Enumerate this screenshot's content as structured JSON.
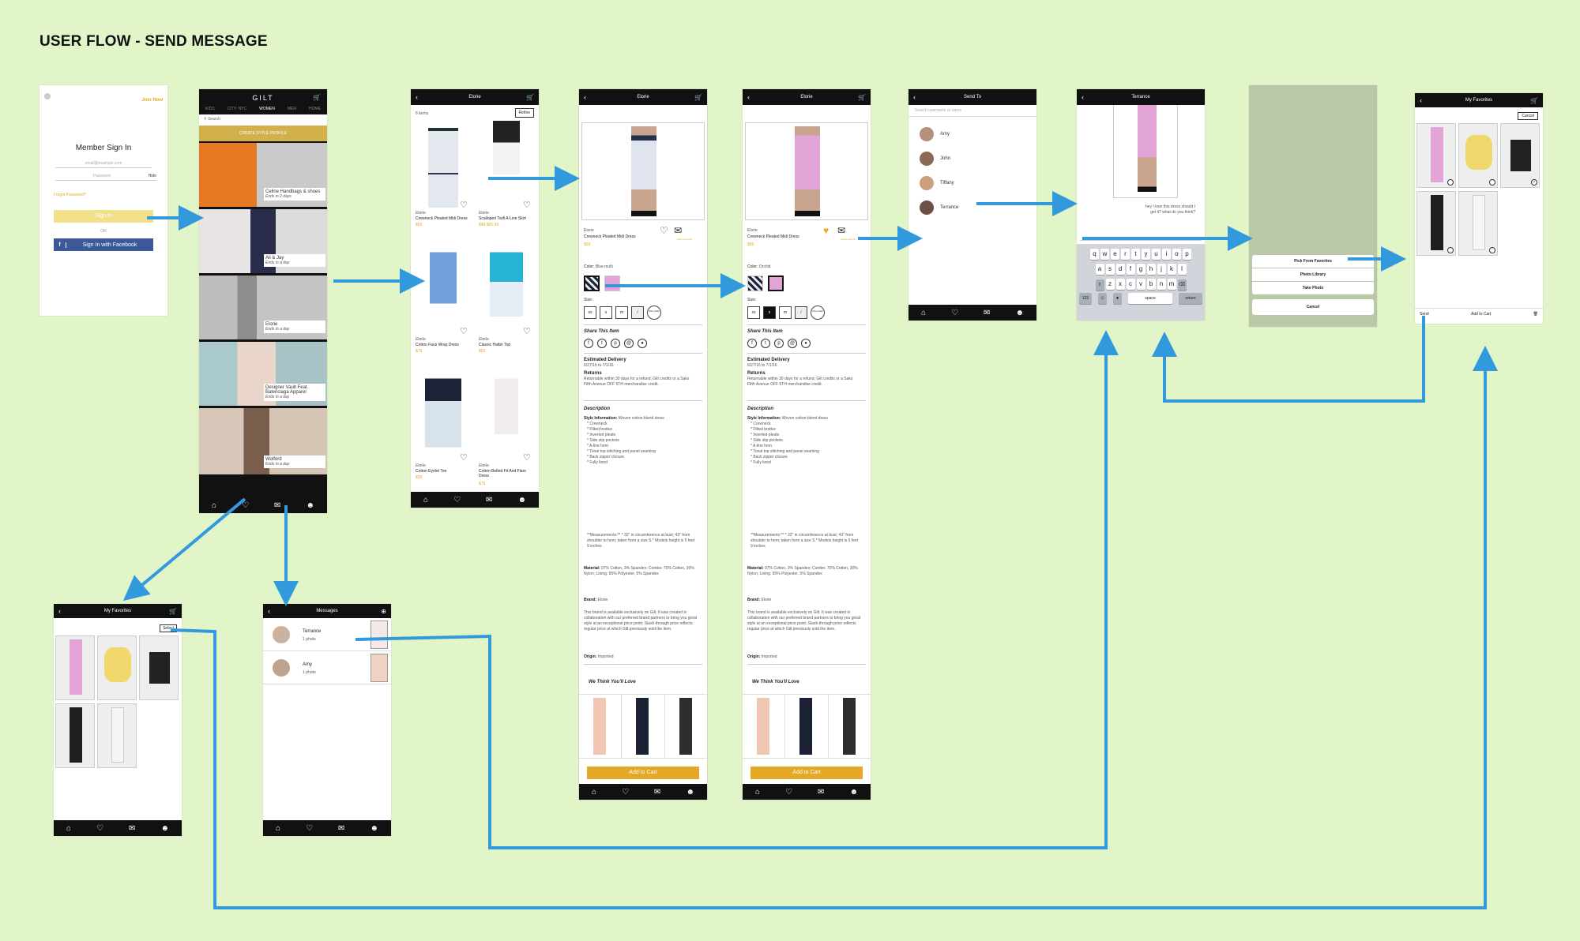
{
  "title": "USER FLOW - SEND MESSAGE",
  "colors": {
    "background": "#e1f5c8",
    "arrow": "#3399dd",
    "accent_yellow": "#e4a826",
    "bar": "#111111"
  },
  "signin": {
    "join_now": "Join Now",
    "heading": "Member Sign In",
    "email_placeholder": "email@example.com",
    "password_placeholder": "Password",
    "hide": "Hide",
    "or": "OR",
    "forgot": "Forgot Password?",
    "sign_in": "Sign In",
    "facebook": "Sign In with Facebook"
  },
  "home": {
    "logo": "GILT",
    "tabs": [
      "KIDS",
      "CITY: NYC",
      "WOMEN",
      "MEN",
      "HOME"
    ],
    "search": "Search",
    "create_profile": "CREATE STYLE PROFILE",
    "cards": [
      {
        "label": "Celine Handbags & shoes",
        "sub": "Ends in 2 days"
      },
      {
        "label": "Ali & Jay",
        "sub": "Ends in a day"
      },
      {
        "label": "Elorie",
        "sub": "Ends in a day"
      },
      {
        "label": "Designer Vault Feat. Balenciaga Apparel",
        "sub": "Ends in a day"
      },
      {
        "label": "Wolford",
        "sub": "Ends in a day"
      }
    ]
  },
  "listing": {
    "title": "Elorie",
    "count": "6 items",
    "refine": "Refine",
    "items": [
      {
        "brand": "Elorie",
        "name": "Crewneck Pleated Midi Dress",
        "price": "$69"
      },
      {
        "brand": "Elorie",
        "name": "Scalloped Twill A-Line Skirt",
        "price": "$49  $65.99"
      },
      {
        "brand": "Elorie",
        "name": "Cotton Faux Wrap Dress",
        "price": "$79"
      },
      {
        "brand": "Elorie",
        "name": "Classic Halter Top",
        "price": "$59"
      },
      {
        "brand": "Elorie",
        "name": "Cotton Eyelet Tee",
        "price": "$39"
      },
      {
        "brand": "Elorie",
        "name": "Cotton Belted Fit And Flare Dress",
        "price": "$79"
      }
    ]
  },
  "product": {
    "title": "Elorie",
    "brand": "Elorie",
    "name": "Crewneck Pleated Midi Dress",
    "price": "$69",
    "color_label": "Color:",
    "color_value_1": "Blue multi",
    "color_value_2": "Orchid",
    "size_label": "Size:",
    "sizes": [
      "xs",
      "s",
      "m"
    ],
    "size_chart": "Size Chart",
    "share": "Share This Item",
    "delivery_h": "Estimated Delivery",
    "delivery": "6/27/16 to 7/1/16",
    "returns_h": "Returns",
    "returns": "Returnable within 30 days for a refund, Gilt credits or a Saks Fifth Avenue OFF 5TH merchandise credit.",
    "description_h": "Description",
    "style_info": "Style Information:",
    "style_value": "Woven cotton-blend dress",
    "bullets": [
      "* Crewneck",
      "* Fitted bodice",
      "* Inverted pleats",
      "* Side slip pockets",
      "* A-line hem",
      "* Tonal top stitching and panel seaming",
      "* Back zipper closure",
      "* Fully lined"
    ],
    "measurements": "**Measurements:** * 32\" in circumference at bust; 43\" from shoulder to hem; taken from a size S * Models height is 5 feet 9 inches",
    "material_h": "Material:",
    "material": "97% Cotton, 3% Spandex; Combo: 70% Cotton, 30% Nylon; Lining: 95% Polyester, 5% Spandex",
    "brand_h": "Brand:",
    "brand_note": "This brand is available exclusively on Gilt. It was created in collaboration with our preferred brand partners to bring you great style at an exceptional price point. Slash-through price reflects regular price at which Gilt previously sold the item.",
    "origin_h": "Origin:",
    "origin": "Imported",
    "we_think": "We Think You'll Love",
    "add_to_cart": "Add to Cart",
    "add_favorite": "Add to favorite"
  },
  "sendto": {
    "title": "Send To",
    "search": "Search username or name",
    "contacts": [
      "Amy",
      "John",
      "Tiffany",
      "Terrance"
    ]
  },
  "chat": {
    "title": "Terrance",
    "message": "hey I love this dress should I get it? what do you think?",
    "keyboard_rows": [
      "qwertyuiop",
      "asdfghjkl",
      "zxcvbnm"
    ],
    "k_123": "123",
    "k_space": "space",
    "k_return": "return"
  },
  "sheet": {
    "options": [
      "Pick From Favorites",
      "Photo Library",
      "Take Photo"
    ],
    "cancel": "Cancel"
  },
  "favorites_pick": {
    "title": "My Favorites",
    "cancel": "Cancel",
    "send": "Send",
    "add_to_cart": "Add to Cart"
  },
  "favorites": {
    "title": "My Favorites",
    "select": "Select"
  },
  "messages": {
    "title": "Messages",
    "threads": [
      {
        "name": "Terrance",
        "sub": "1 photo"
      },
      {
        "name": "Amy",
        "sub": "1 photo"
      }
    ]
  },
  "icons": [
    "back-icon",
    "cart-icon",
    "home-icon",
    "heart-icon",
    "mail-icon",
    "profile-icon",
    "search-icon",
    "close-icon",
    "facebook-icon",
    "compose-icon",
    "trash-icon"
  ]
}
